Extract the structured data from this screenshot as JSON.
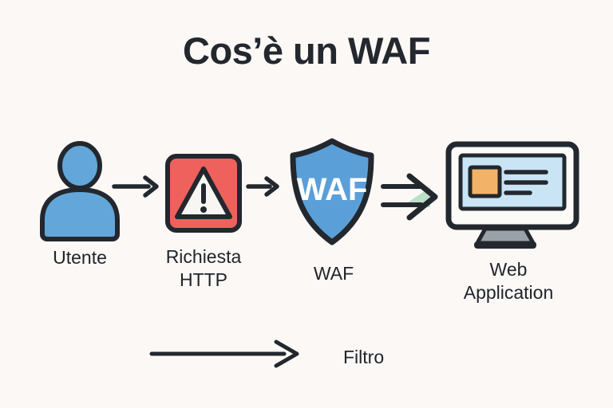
{
  "title": "Cos’è un WAF",
  "diagram": {
    "nodes": {
      "user": {
        "label": "Utente",
        "icon": "person-icon"
      },
      "request": {
        "label": "Richiesta HTTP",
        "icon": "warning-triangle-icon"
      },
      "waf": {
        "label": "WAF",
        "shield_text": "WAF",
        "icon": "shield-icon"
      },
      "webapp": {
        "label": "Web Application",
        "icon": "monitor-icon"
      }
    },
    "connectors": {
      "user_to_request": "arrow-right-icon",
      "request_to_waf": "arrow-right-icon",
      "waf_to_webapp": "double-arrow-filter-icon"
    },
    "legend": {
      "label": "Filtro",
      "icon": "arrow-right-icon"
    }
  },
  "colors": {
    "background": "#FBF8F6",
    "ink": "#23272E",
    "person_blue": "#63A7DA",
    "alert_red": "#EF615C",
    "shield_blue": "#5B9FD8",
    "screen_blue": "#C9E4F4",
    "accent_orange": "#F2B368",
    "filter_mint": "#BCDFC8",
    "stand_gray": "#9BA1A8",
    "panel_white": "#F8F6F2"
  }
}
